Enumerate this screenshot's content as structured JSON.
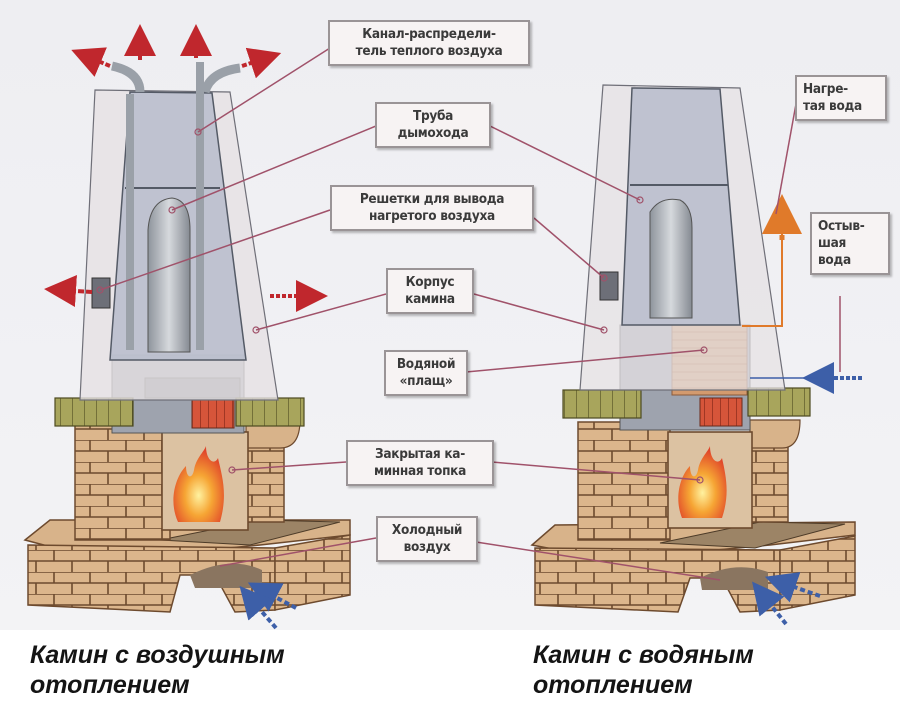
{
  "diagram": {
    "labels": [
      {
        "id": "warm-air-channel",
        "lines": [
          "Канал-распредели-",
          "тель теплого воздуха"
        ]
      },
      {
        "id": "chimney-pipe",
        "lines": [
          "Труба",
          "дымохода"
        ]
      },
      {
        "id": "hot-air-grilles",
        "lines": [
          "Решетки для вывода",
          "нагретого воздуха"
        ]
      },
      {
        "id": "fireplace-body",
        "lines": [
          "Корпус",
          "камина"
        ]
      },
      {
        "id": "water-jacket",
        "lines": [
          "Водяной",
          "«плащ»"
        ]
      },
      {
        "id": "closed-firebox",
        "lines": [
          "Закрытая ка-",
          "минная топка"
        ]
      },
      {
        "id": "cold-air",
        "lines": [
          "Холодный",
          "воздух"
        ]
      },
      {
        "id": "heated-water",
        "lines": [
          "Нагре-",
          "тая вода"
        ]
      },
      {
        "id": "cooled-water",
        "lines": [
          "Остыв-",
          "шая",
          "вода"
        ]
      }
    ],
    "captions": {
      "air": [
        "Камин с воздушным",
        "отоплением"
      ],
      "water": [
        "Камин с водяным",
        "отоплением"
      ]
    },
    "colors": {
      "hot_air_arrow": "#c0272d",
      "cold_air_arrow": "#3d5fa8",
      "hot_water_arrow": "#e07a2a",
      "leader_line": "#a0526a",
      "brick": "#d9b48a",
      "mantel": "#a2a25a",
      "casing": "#e6e1e4",
      "glass": "#b7bccb"
    }
  }
}
